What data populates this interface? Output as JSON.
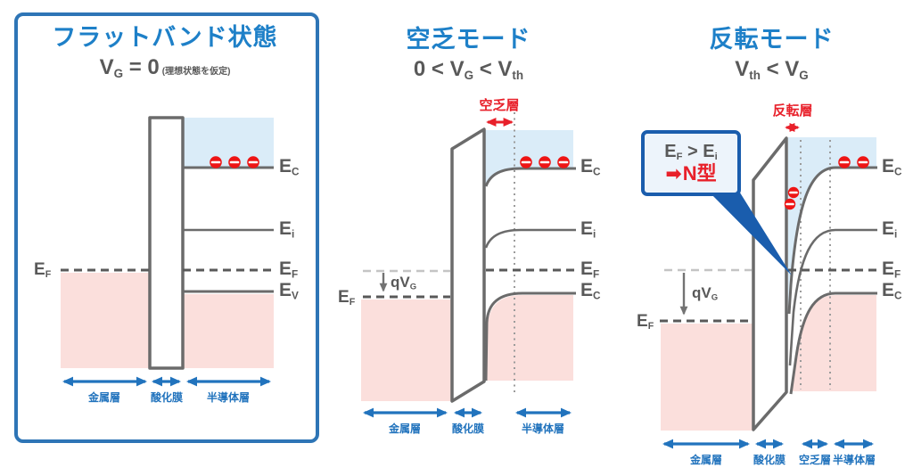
{
  "figure": "MOS capacitor energy band diagram, three bias states",
  "colors": {
    "title_blue": "#1e80c8",
    "text_gray": "#595959",
    "line_gray": "#6b6b6b",
    "accent_red": "#e8202a",
    "arrow_blue": "#2173bd",
    "panel_border_blue": "#2e75b6",
    "callout_blue": "#1a5dad",
    "conduction_shade_blue": "#daecf8",
    "filled_shade_pink": "#fbdfdc"
  },
  "panels": [
    {
      "id": "flatband",
      "title": "フラットバンド状態",
      "equation": {
        "p1": "V",
        "s1": "G",
        "p2": " = 0",
        "note": "(理想状態を仮定)"
      },
      "bands": [
        {
          "m": "E",
          "s": "C"
        },
        {
          "m": "E",
          "s": "i"
        },
        {
          "m": "E",
          "s": "F"
        },
        {
          "m": "E",
          "s": "V"
        }
      ],
      "metal_ef": {
        "m": "E",
        "s": "F"
      },
      "layers": [
        "金属層",
        "酸化膜",
        "半導体層"
      ]
    },
    {
      "id": "depletion",
      "title": "空乏モード",
      "equation": {
        "p1": "0 < V",
        "s1": "G",
        "p2": " < V",
        "s2": "th"
      },
      "region_label": "空乏層",
      "qvg": {
        "m": "qV",
        "s": "G"
      },
      "bands": [
        {
          "m": "E",
          "s": "C"
        },
        {
          "m": "E",
          "s": "i"
        },
        {
          "m": "E",
          "s": "F"
        },
        {
          "m": "E",
          "s": "C"
        }
      ],
      "metal_ef": {
        "m": "E",
        "s": "F"
      },
      "layers": [
        "金属層",
        "酸化膜",
        "半導体層"
      ]
    },
    {
      "id": "inversion",
      "title": "反転モード",
      "equation": {
        "p1": "V",
        "s1": "th",
        "p2": " < V",
        "s2": "G"
      },
      "region_label": "反転層",
      "callout": {
        "p1": "E",
        "s1": "F",
        "p2": " > E",
        "s2": "i",
        "arrow": "➡",
        "conclusion": "N型"
      },
      "qvg": {
        "m": "qV",
        "s": "G"
      },
      "bands": [
        {
          "m": "E",
          "s": "C"
        },
        {
          "m": "E",
          "s": "i"
        },
        {
          "m": "E",
          "s": "F"
        },
        {
          "m": "E",
          "s": "C"
        }
      ],
      "metal_ef": {
        "m": "E",
        "s": "F"
      },
      "layers": [
        "金属層",
        "酸化膜",
        "空乏層",
        "半導体層"
      ]
    }
  ]
}
